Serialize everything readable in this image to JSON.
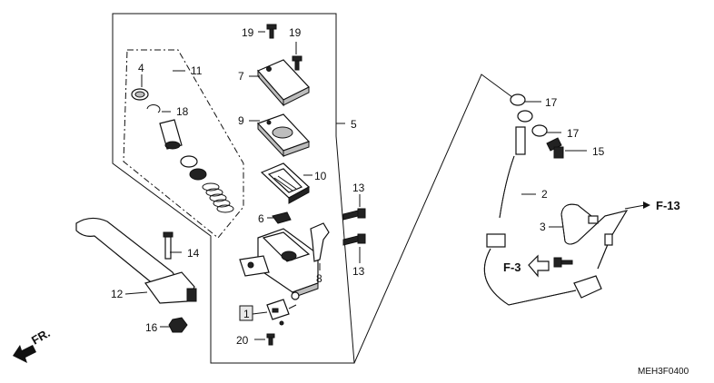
{
  "labels": {
    "p1": "1",
    "p2": "2",
    "p3": "3",
    "p4": "4",
    "p5": "5",
    "p6": "6",
    "p7": "7",
    "p8": "8",
    "p9": "9",
    "p10": "10",
    "p11": "11",
    "p12": "12",
    "p13a": "13",
    "p13b": "13",
    "p14": "14",
    "p15": "15",
    "p16": "16",
    "p17a": "17",
    "p17b": "17",
    "p18": "18",
    "p19a": "19",
    "p19b": "19",
    "p20": "20"
  },
  "refs": {
    "f13": "F-13",
    "f3": "F-3"
  },
  "direction": "FR.",
  "diagram_code": "MEH3F0400"
}
